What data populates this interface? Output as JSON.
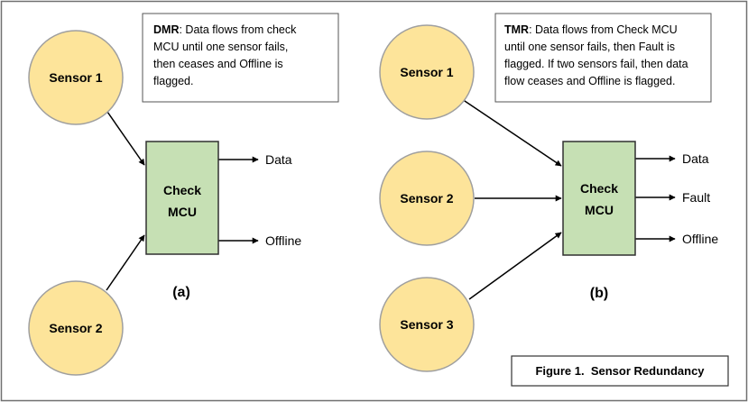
{
  "colors": {
    "sensor_fill": "#fde49a",
    "sensor_stroke": "#9f9f9f",
    "mcu_fill": "#c6e0b4",
    "mcu_stroke": "#303030",
    "line": "#000000",
    "frame": "#707070"
  },
  "dmr": {
    "note_bold": "DMR",
    "note_lines": [
      ": Data flows from check",
      "MCU until one sensor fails,",
      "then ceases and Offline is",
      "flagged."
    ],
    "sensors": [
      "Sensor 1",
      "Sensor 2"
    ],
    "mcu": [
      "Check",
      "MCU"
    ],
    "outputs": [
      "Data",
      "Offline"
    ],
    "panel_label": "(a)"
  },
  "tmr": {
    "note_bold": "TMR",
    "note_lines": [
      ": Data flows from Check MCU",
      "until one sensor fails, then Fault is",
      "flagged. If two sensors fail, then data",
      "flow ceases and Offline is flagged."
    ],
    "sensors": [
      "Sensor 1",
      "Sensor 2",
      "Sensor 3"
    ],
    "mcu": [
      "Check",
      "MCU"
    ],
    "outputs": [
      "Data",
      "Fault",
      "Offline"
    ],
    "panel_label": "(b)"
  },
  "caption": "Figure 1.  Sensor Redundancy"
}
